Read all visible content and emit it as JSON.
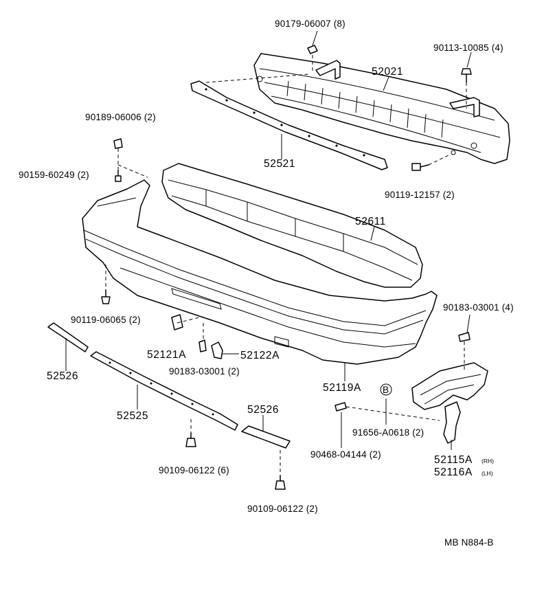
{
  "diagram": {
    "labels": {
      "p90179": "90179-06007 (8)",
      "p90113": "90113-10085 (4)",
      "p52021": "52021",
      "p90189": "90189-06006 (2)",
      "p90159": "90159-60249 (2)",
      "p52521": "52521",
      "p90119_12157": "90119-12157 (2)",
      "p52611": "52611",
      "p90183_top": "90183-03001 (4)",
      "p90119_06065": "90119-06065 (2)",
      "p52121A": "52121A",
      "p52122A": "52122A",
      "p52526_left": "52526",
      "p90183_mid": "90183-03001 (2)",
      "p52119A": "52119A",
      "circleB": "B",
      "p52525": "52525",
      "p52526_right": "52526",
      "p91656": "91656-A0618 (2)",
      "p90468": "90468-04144 (2)",
      "p52115A": "52115A",
      "p52115A_side": "(RH)",
      "p52116A": "52116A",
      "p52116A_side": "(LH)",
      "p90109_6": "90109-06122 (6)",
      "p90109_2": "90109-06122 (2)",
      "code": "MB N884-B"
    }
  }
}
